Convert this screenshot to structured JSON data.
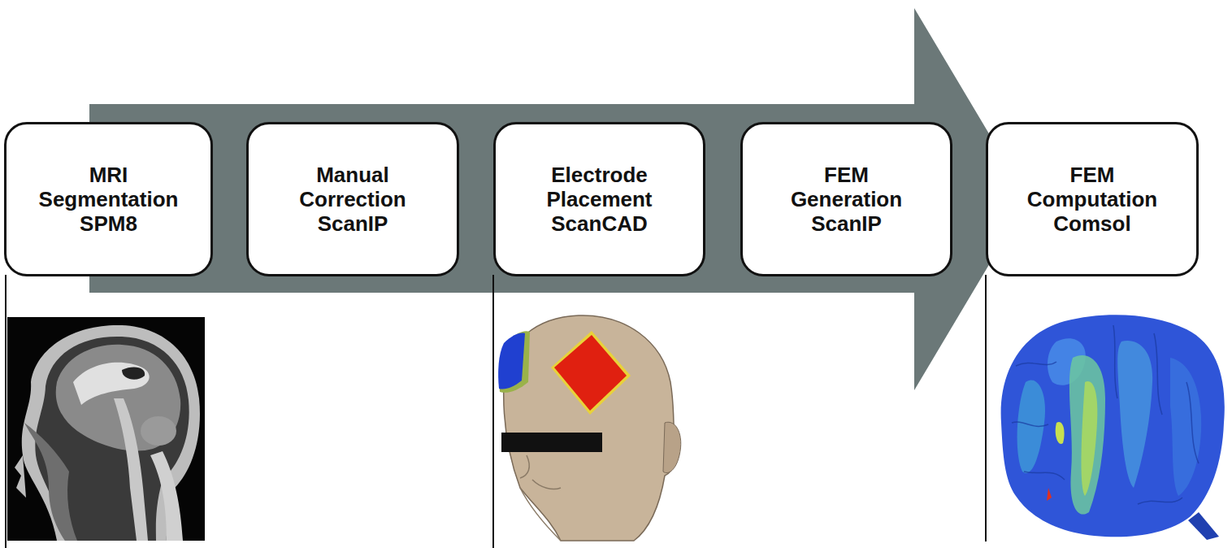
{
  "diagram": {
    "nodes": [
      {
        "text": [
          "MRI Segmentation",
          "SPM8"
        ]
      },
      {
        "text": [
          "Manual Correction",
          "ScanIP"
        ]
      },
      {
        "text": [
          "Electrode Placement",
          "ScanCAD"
        ]
      },
      {
        "text": [
          "FEM Generation",
          "ScanIP"
        ]
      },
      {
        "text": [
          "FEM Computation",
          "Comsol"
        ]
      }
    ]
  }
}
